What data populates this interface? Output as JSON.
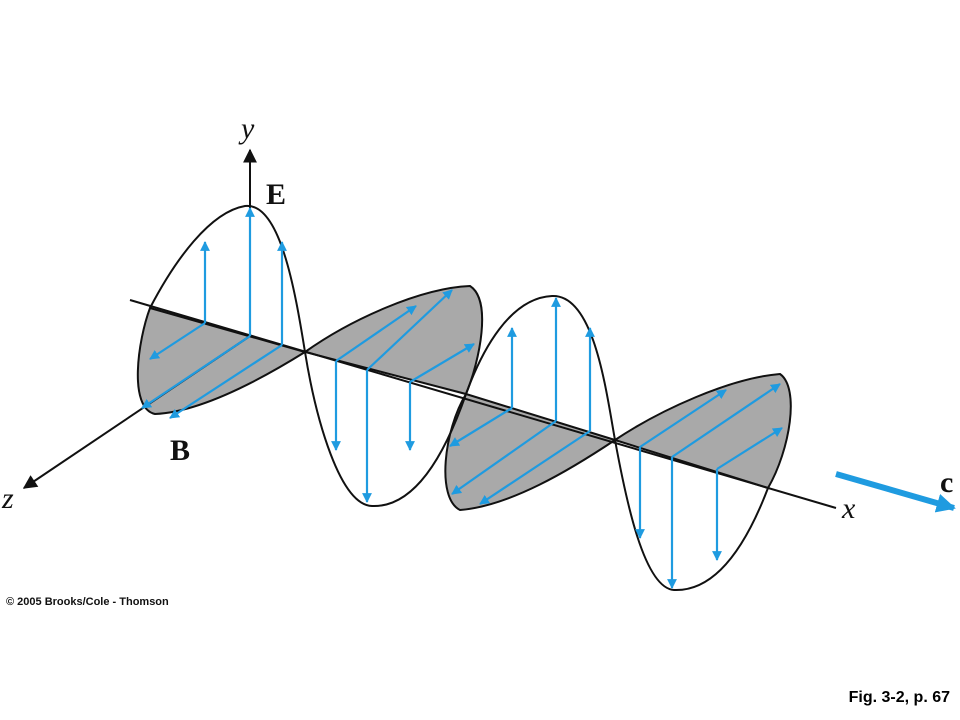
{
  "labels": {
    "y_axis": "y",
    "x_axis": "x",
    "z_axis": "z",
    "electric_field": "E",
    "magnetic_field": "B",
    "propagation": "c"
  },
  "credit": "© 2005 Brooks/Cole - Thomson",
  "caption": "Fig. 3-2, p. 67",
  "colors": {
    "arrow": "#1f9be0",
    "shade": "#a9a9a9",
    "outline": "#111111"
  }
}
